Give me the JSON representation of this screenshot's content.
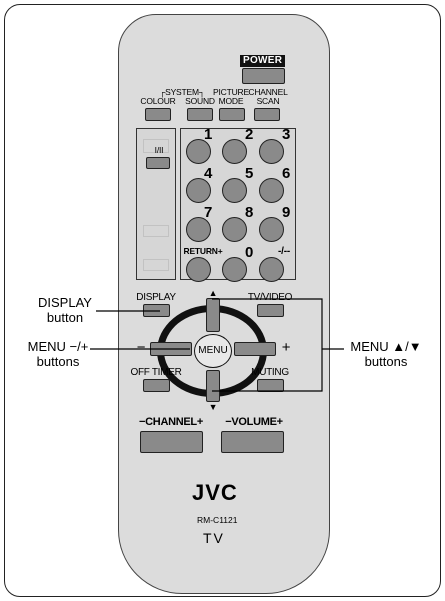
{
  "remote": {
    "power": "POWER",
    "system_group": "SYSTEM",
    "colour": "COLOUR",
    "sound": "SOUND",
    "picture_mode": [
      "PICTURE",
      "MODE"
    ],
    "channel_scan": [
      "CHANNEL",
      "SCAN"
    ],
    "i_ii": "I/II",
    "digits": [
      "1",
      "2",
      "3",
      "4",
      "5",
      "6",
      "7",
      "8",
      "9",
      "0"
    ],
    "return_plus": "RETURN+",
    "dash_dash": "-/--",
    "display": "DISPLAY",
    "tv_video": "TV/VIDEO",
    "menu": "MENU",
    "minus": "−",
    "plus": "+",
    "up_arrow": "▲",
    "down_arrow": "▼",
    "off_timer": "OFF TIMER",
    "muting": "MUTING",
    "channel": "−CHANNEL+",
    "volume": "−VOLUME+",
    "brand": "JVC",
    "model": "RM-C1121",
    "tv": "TV"
  },
  "callouts": {
    "display": [
      "DISPLAY",
      "button"
    ],
    "menu_lr": [
      "MENU −/+",
      "buttons"
    ],
    "menu_ud": [
      "MENU ▲/▼",
      "buttons"
    ]
  }
}
